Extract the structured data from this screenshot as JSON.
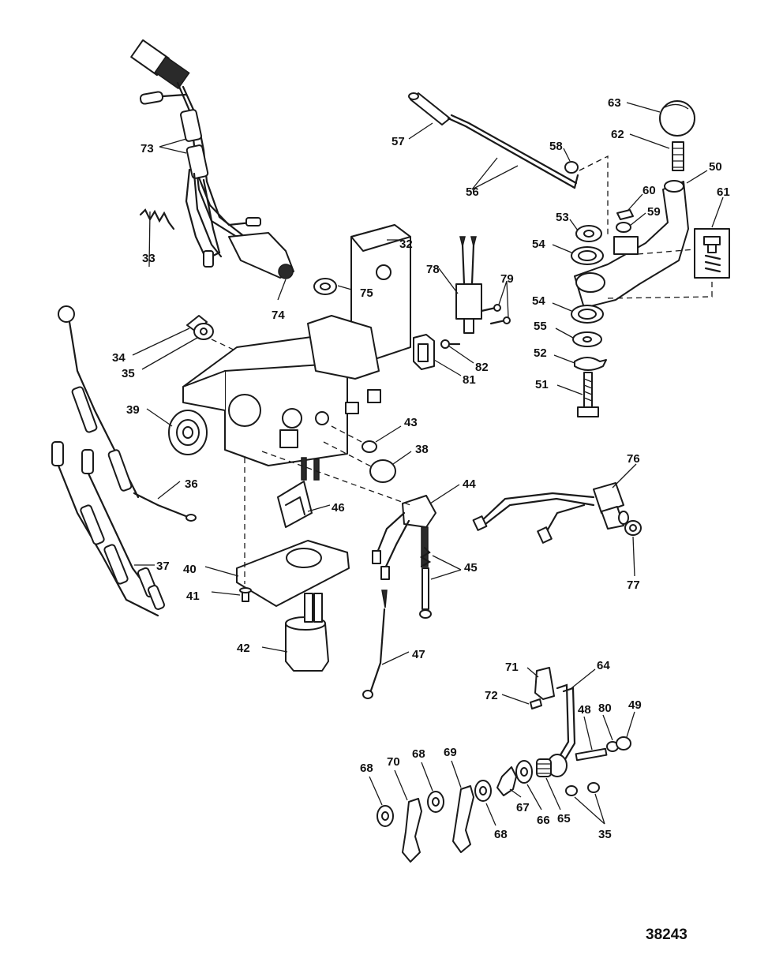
{
  "labels": {
    "l73": "73",
    "l74": "74",
    "l75": "75",
    "l33": "33",
    "l34": "34",
    "l35a": "35",
    "l32": "32",
    "l78": "78",
    "l79": "79",
    "l82": "82",
    "l81": "81",
    "l39": "39",
    "l43": "43",
    "l38": "38",
    "l36": "36",
    "l46": "46",
    "l44": "44",
    "l45": "45",
    "l37": "37",
    "l40": "40",
    "l41": "41",
    "l42": "42",
    "l47": "47",
    "l57": "57",
    "l58": "58",
    "l56": "56",
    "l63": "63",
    "l62": "62",
    "l50": "50",
    "l60": "60",
    "l59": "59",
    "l61": "61",
    "l53": "53",
    "l54a": "54",
    "l54b": "54",
    "l55": "55",
    "l52": "52",
    "l51": "51",
    "l76": "76",
    "l77": "77",
    "l71": "71",
    "l64": "64",
    "l72": "72",
    "l48": "48",
    "l80": "80",
    "l49": "49",
    "l68a": "68",
    "l70": "70",
    "l68b": "68",
    "l69": "69",
    "l68c": "68",
    "l67": "67",
    "l66": "66",
    "l65": "65",
    "l35b": "35"
  },
  "figure_number": "38243"
}
